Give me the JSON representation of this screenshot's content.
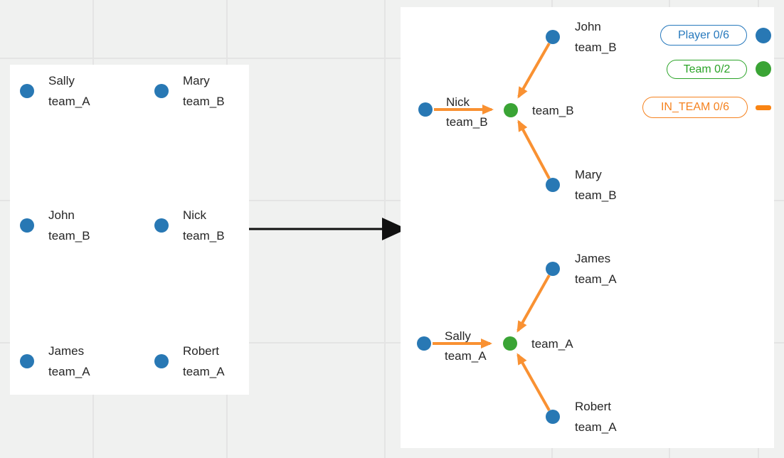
{
  "colors": {
    "background": "#f0f1f0",
    "grid_line": "#e4e4e4",
    "player_blue": "#2878b4",
    "team_green": "#3aa435",
    "relation_orange": "#f99132",
    "legend_blue": "#2779bd",
    "legend_green": "#2ba428",
    "legend_orange": "#f5821f",
    "text": "#262626",
    "transform_arrow_black": "#111111"
  },
  "source_panel": {
    "nodes": [
      {
        "name": "Sally",
        "team": "team_A"
      },
      {
        "name": "Mary",
        "team": "team_B"
      },
      {
        "name": "John",
        "team": "team_B"
      },
      {
        "name": "Nick",
        "team": "team_B"
      },
      {
        "name": "James",
        "team": "team_A"
      },
      {
        "name": "Robert",
        "team": "team_A"
      }
    ]
  },
  "result_panel": {
    "team_b_cluster": {
      "center_label": "team_B",
      "source": {
        "name": "Nick",
        "team": "team_B"
      },
      "top": {
        "name": "John",
        "team": "team_B"
      },
      "bottom": {
        "name": "Mary",
        "team": "team_B"
      }
    },
    "team_a_cluster": {
      "center_label": "team_A",
      "source": {
        "name": "Sally",
        "team": "team_A"
      },
      "top": {
        "name": "James",
        "team": "team_A"
      },
      "bottom": {
        "name": "Robert",
        "team": "team_A"
      }
    }
  },
  "legend": {
    "player": {
      "label": "Player 0/6"
    },
    "team": {
      "label": "Team 0/2"
    },
    "in_team": {
      "label": "IN_TEAM 0/6"
    }
  }
}
